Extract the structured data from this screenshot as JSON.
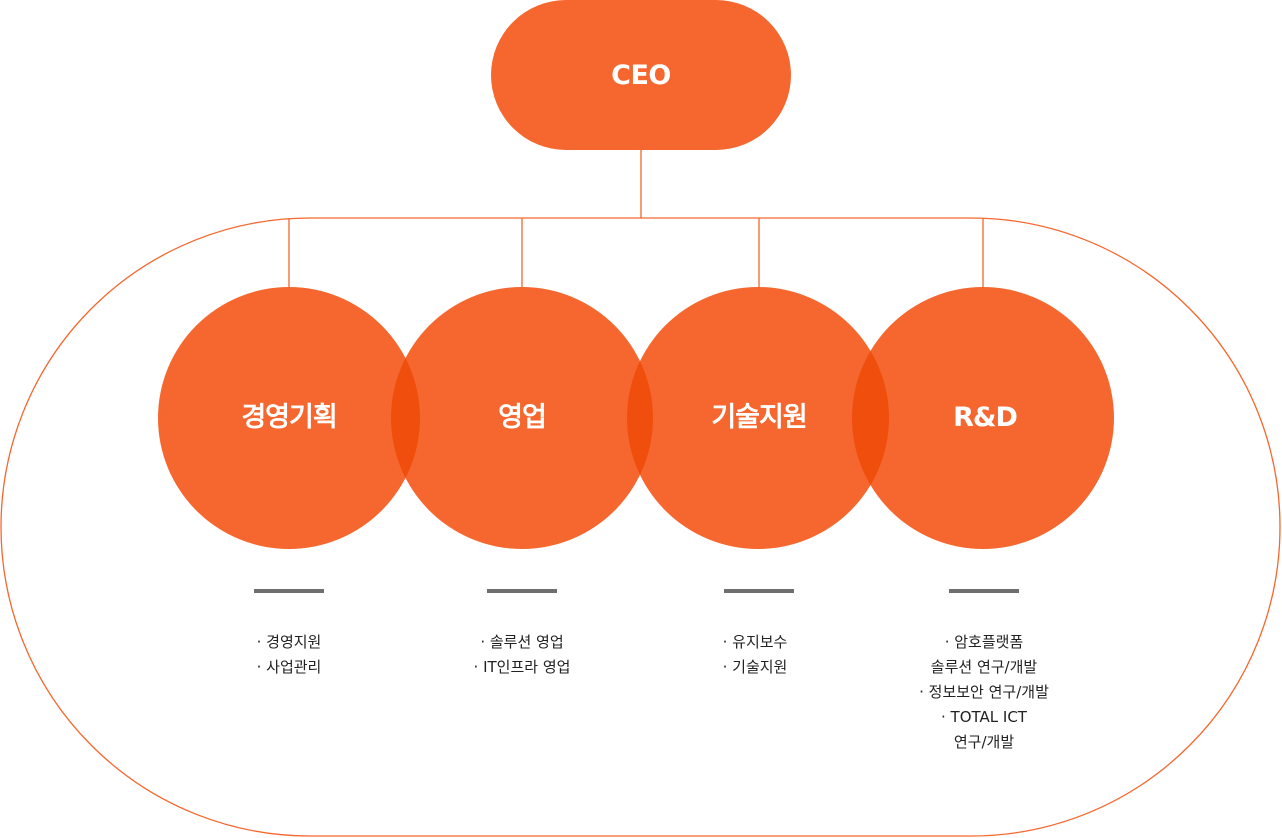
{
  "colors": {
    "accent": "#f5672e",
    "overlap": "#f04e0d",
    "divider": "#6f6f6f",
    "text": "#222222"
  },
  "ceo": {
    "label": "CEO"
  },
  "departments": [
    {
      "name": "경영기획",
      "duties": [
        "· 경영지원",
        "· 사업관리"
      ]
    },
    {
      "name": "영업",
      "duties": [
        "· 솔루션 영업",
        "· IT인프라 영업"
      ]
    },
    {
      "name": "기술지원",
      "duties": [
        "· 유지보수",
        "· 기술지원"
      ]
    },
    {
      "name": "R&D",
      "duties": [
        "· 암호플랫폼",
        "솔루션 연구/개발",
        "· 정보보안 연구/개발",
        "· TOTAL ICT",
        "연구/개발"
      ]
    }
  ]
}
